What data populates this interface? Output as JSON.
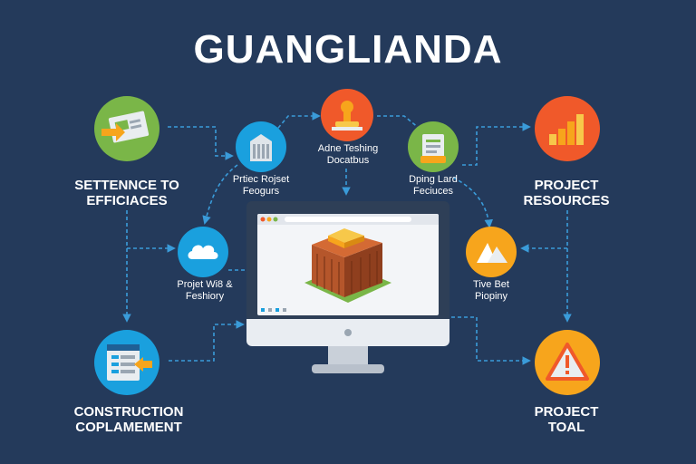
{
  "title": "GUANGLIANDA",
  "nodes": {
    "top_left": {
      "label_1": "SETTENNCE TO",
      "label_2": "EFFICIACES"
    },
    "top_right": {
      "label_1": "PROJECT",
      "label_2": "RESOURCES"
    },
    "bottom_left": {
      "label_1": "CONSTRUCTION",
      "label_2": "COPLAMEMENT"
    },
    "bottom_right": {
      "label_1": "PROJECT",
      "label_2": "TOAL"
    },
    "inner_building": {
      "label_1": "Prtiec Rojset",
      "label_2": "Feogurs"
    },
    "inner_top": {
      "label_1": "Adne Teshing",
      "label_2": "Docatbus"
    },
    "inner_doc": {
      "label_1": "Dping Lard",
      "label_2": "Feciuces"
    },
    "inner_cloud": {
      "label_1": "Projet Wi8 &",
      "label_2": "Feshiory"
    },
    "inner_tent": {
      "label_1": "Tive Bet",
      "label_2": "Piopiny"
    }
  },
  "colors": {
    "background": "#243a5b",
    "green": "#7ab648",
    "red_orange": "#f0592a",
    "blue": "#1aa0de",
    "orange": "#f7a51c",
    "connector": "#3a9bd9"
  },
  "icons": [
    "checklist-icon",
    "bar-chart-icon",
    "document-icon",
    "warning-icon",
    "building-icon",
    "stamp-icon",
    "clipboard-icon",
    "cloud-icon",
    "tent-icon",
    "building-3d-icon"
  ]
}
